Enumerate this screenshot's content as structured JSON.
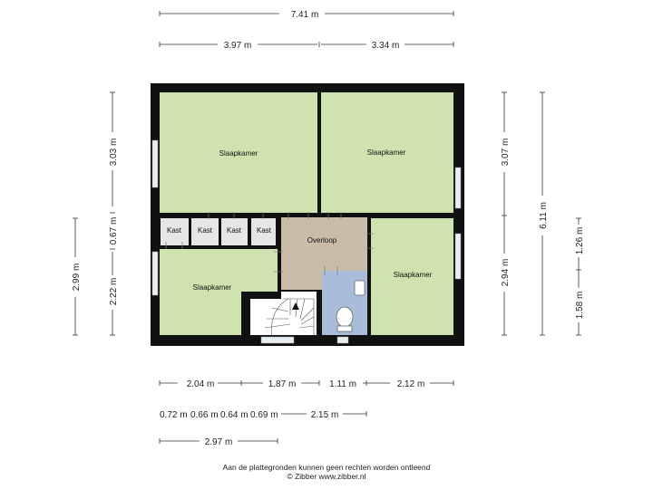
{
  "rooms": {
    "bedroom_top_left": "Slaapkamer",
    "bedroom_top_right": "Slaapkamer",
    "bedroom_bottom_left": "Slaapkamer",
    "bedroom_bottom_right": "Slaapkamer",
    "landing": "Overloop",
    "closet_1": "Kast",
    "closet_2": "Kast",
    "closet_3": "Kast",
    "closet_4": "Kast"
  },
  "dimensions": {
    "top_total": "7.41 m",
    "top_left": "3.97 m",
    "top_right": "3.34 m",
    "left_upper": "3.03 m",
    "left_mid": "0.67 m",
    "left_lower": "2.22 m",
    "left_total": "2.99 m",
    "right_upper": "3.07 m",
    "right_lower": "2.94 m",
    "right_total": "6.11 m",
    "right_outer_upper": "1.26 m",
    "right_outer_lower": "1.58 m",
    "bottom_row1": [
      "2.04 m",
      "1.87 m",
      "1.11 m",
      "2.12 m"
    ],
    "bottom_row2": [
      "0.72 m",
      "0.66 m",
      "0.64 m",
      "0.69 m",
      "2.15 m"
    ],
    "bottom_row3": "2.97 m"
  },
  "footer": {
    "line1": "Aan de plattegronden kunnen geen rechten worden ontleend",
    "line2": "© Zibber www.zibber.nl"
  },
  "colors": {
    "wall": "#111111",
    "bedroom": "#cfe3b0",
    "landing": "#c9bca8",
    "bathroom": "#a9bcd9",
    "closet": "#e6e6e6"
  }
}
